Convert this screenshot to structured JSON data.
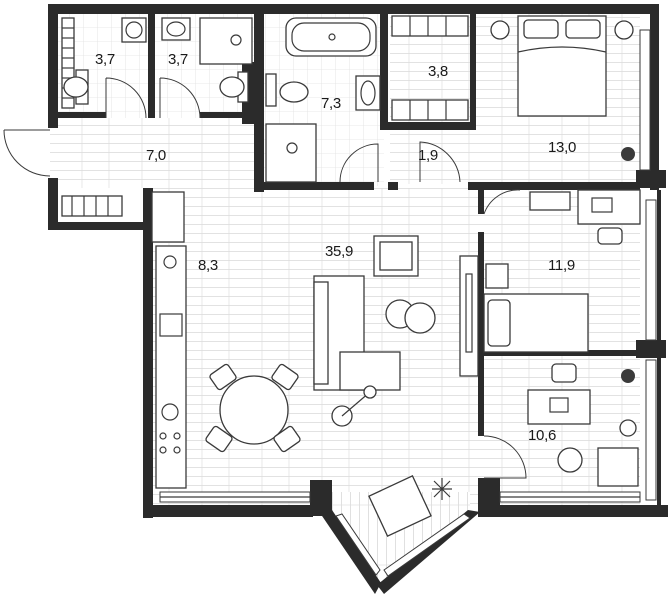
{
  "rooms": {
    "bath_left": "3,7",
    "bath_mid": "3,7",
    "bath_big": "7,3",
    "dressing": "3,8",
    "corridor": "7,0",
    "hall": "1,9",
    "bedroom": "13,0",
    "living": "35,9",
    "kitchen": "8,3",
    "room_right": "11,9",
    "study": "10,6"
  },
  "colors": {
    "wall": "#2b2b2b",
    "floor_line": "#d9d9d9",
    "furniture_stroke": "#3a3a3a"
  }
}
